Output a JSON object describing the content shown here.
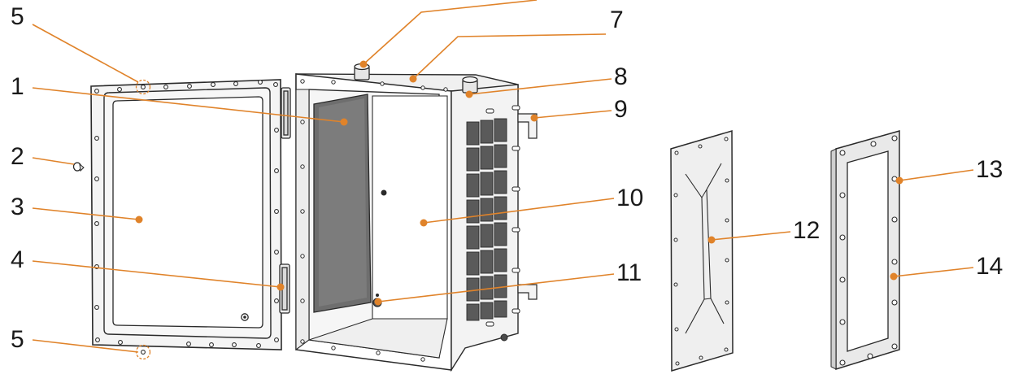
{
  "colors": {
    "leader": "#e0832a",
    "line": "#2a2a2a",
    "panel_light": "#f2f2f2",
    "panel_mid": "#d9d9d9",
    "panel_dark": "#6e6e6e",
    "cell_dark": "#5a5a5a"
  },
  "callouts": {
    "c1": "1",
    "c2": "2",
    "c3": "3",
    "c4": "4",
    "c5_top": "5",
    "c5_bottom": "5",
    "c7": "7",
    "c8": "8",
    "c9": "9",
    "c10": "10",
    "c11": "11",
    "c12": "12",
    "c13": "13",
    "c14": "14"
  }
}
